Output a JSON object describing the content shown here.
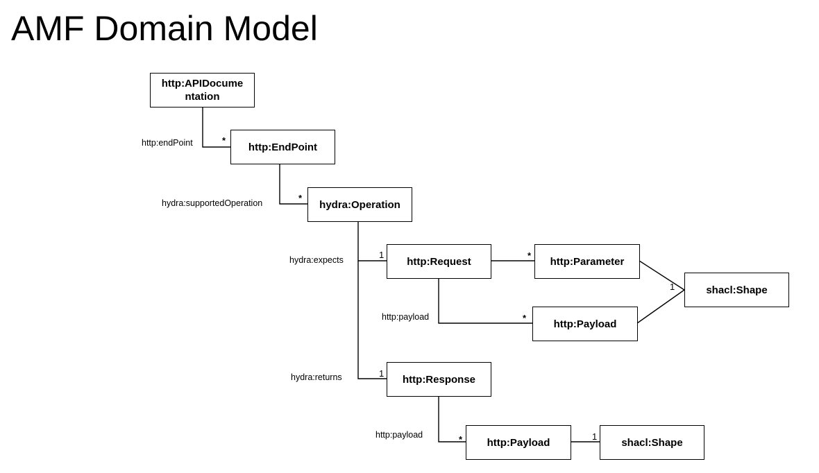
{
  "title": "AMF Domain Model",
  "nodes": {
    "api_documentation": "http:APIDocume ntation",
    "endpoint": "http:EndPoint",
    "operation": "hydra:Operation",
    "request": "http:Request",
    "parameter": "http:Parameter",
    "shape_request": "shacl:Shape",
    "payload_request": "http:Payload",
    "response": "http:Response",
    "payload_response": "http:Payload",
    "shape_response": "shacl:Shape"
  },
  "edges": {
    "endpoint": "http:endPoint",
    "supported_operation": "hydra:supportedOperation",
    "expects": "hydra:expects",
    "request_payload": "http:payload",
    "returns": "hydra:returns",
    "response_payload": "http:payload"
  },
  "multiplicities": {
    "many": "*",
    "one": "1"
  }
}
